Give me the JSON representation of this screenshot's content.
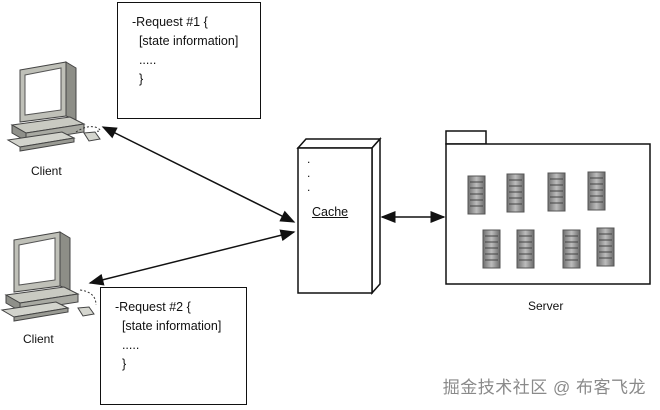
{
  "request1": {
    "line1": "-Request #1 {",
    "line2": "  [state information]",
    "line3": "  .....",
    "line4": "  }"
  },
  "request2": {
    "line1": "-Request #2 {",
    "line2": "  [state information]",
    "line3": "  .....",
    "line4": "  }"
  },
  "client_top_label": "Client",
  "client_bottom_label": "Client",
  "cache": {
    "dots": ".\n.\n.",
    "label": "Cache"
  },
  "server_label": "Server",
  "watermark": "掘金技术社区 @ 布客飞龙"
}
